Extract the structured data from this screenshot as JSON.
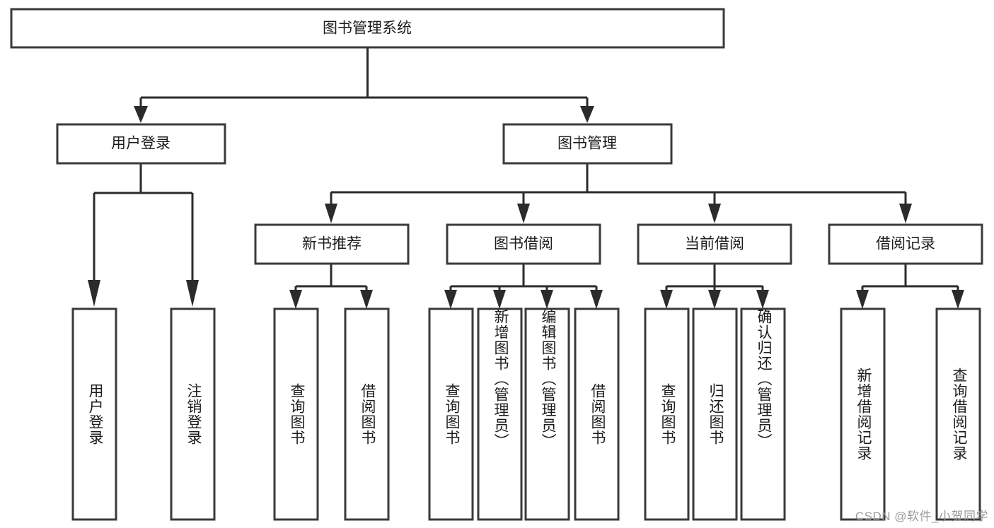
{
  "diagram": {
    "type": "tree",
    "orientation": "top-down",
    "root": {
      "id": "root",
      "label": "图书管理系统"
    },
    "level1": [
      {
        "id": "user-login",
        "label": "用户登录"
      },
      {
        "id": "book-manage",
        "label": "图书管理"
      }
    ],
    "level2": [
      {
        "id": "new-book-recommend",
        "label": "新书推荐",
        "parent": "book-manage"
      },
      {
        "id": "book-borrow",
        "label": "图书借阅",
        "parent": "book-manage"
      },
      {
        "id": "current-borrow",
        "label": "当前借阅",
        "parent": "book-manage"
      },
      {
        "id": "borrow-record",
        "label": "借阅记录",
        "parent": "book-manage"
      }
    ],
    "leaves": {
      "user-login": [
        {
          "id": "leaf-user-login",
          "label": "用户登录"
        },
        {
          "id": "leaf-logout",
          "label": "注销登录"
        }
      ],
      "new-book-recommend": [
        {
          "id": "leaf-query-book-1",
          "label": "查询图书"
        },
        {
          "id": "leaf-borrow-book-1",
          "label": "借阅图书"
        }
      ],
      "book-borrow": [
        {
          "id": "leaf-query-book-2",
          "label": "查询图书"
        },
        {
          "id": "leaf-add-book",
          "label": "新增图书（管理员）"
        },
        {
          "id": "leaf-edit-book",
          "label": "编辑图书（管理员）"
        },
        {
          "id": "leaf-borrow-book-2",
          "label": "借阅图书"
        }
      ],
      "current-borrow": [
        {
          "id": "leaf-query-book-3",
          "label": "查询图书"
        },
        {
          "id": "leaf-return-book",
          "label": "归还图书"
        },
        {
          "id": "leaf-confirm-return",
          "label": "确认归还（管理员）"
        }
      ],
      "borrow-record": [
        {
          "id": "leaf-add-record",
          "label": "新增借阅记录"
        },
        {
          "id": "leaf-query-record",
          "label": "查询借阅记录"
        }
      ]
    }
  },
  "watermark": {
    "text": "CSDN @软件_小贺同学"
  },
  "colors": {
    "box_stroke": "#3a3a3a",
    "connector": "#2b2b2b",
    "text": "#1c1c1c",
    "background": "#ffffff",
    "watermark": "#9a9a9a"
  }
}
